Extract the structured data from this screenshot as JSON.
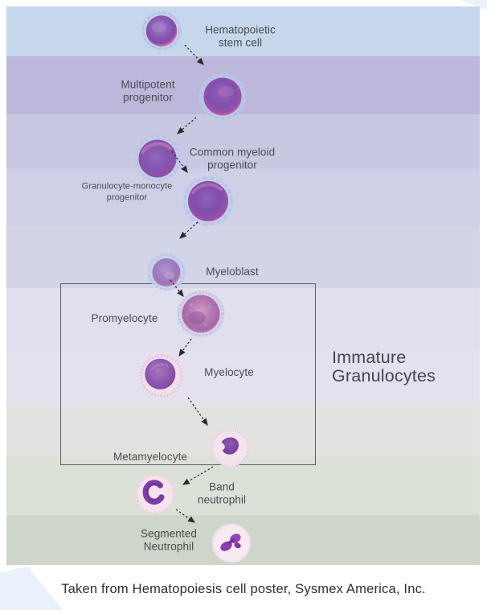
{
  "colors": {
    "arrow": "#2b2b2b",
    "box_border": "#5d6167",
    "label_text": "#4a4a51",
    "side_label_text": "#45454c",
    "caption_text": "#2e2e2e",
    "corner_accent": "#e9f1fa",
    "bands": [
      "#c6d7ec",
      "#bcb8db",
      "#c9c8e3",
      "#cfcfe7",
      "#d2d4e8",
      "#dfdfed",
      "#e5e0ee",
      "#e2e2e0",
      "#dce1d8",
      "#cdd6c8"
    ]
  },
  "stages": [
    {
      "name": "hematopoietic-stem-cell",
      "label": "Hematopoietic\nstem cell"
    },
    {
      "name": "multipotent-progenitor",
      "label": "Multipotent\nprogenitor"
    },
    {
      "name": "common-myeloid-progenitor",
      "label": "Common myeloid\nprogenitor"
    },
    {
      "name": "granulocyte-monocyte-progenitor",
      "label": "Granulocyte-monocyte\nprogenitor"
    },
    {
      "name": "myeloblast",
      "label": "Myeloblast"
    },
    {
      "name": "promyelocyte",
      "label": "Promyelocyte"
    },
    {
      "name": "myelocyte",
      "label": "Myelocyte"
    },
    {
      "name": "metamyelocyte",
      "label": "Metamyelocyte"
    },
    {
      "name": "band-neutrophil",
      "label": "Band\nneutrophil"
    },
    {
      "name": "segmented-neutrophil",
      "label": "Segmented\nNeutrophil"
    }
  ],
  "group_box": {
    "label": "Immature\nGranulocytes"
  },
  "caption": "Taken from Hematopoiesis cell poster, Sysmex America, Inc."
}
